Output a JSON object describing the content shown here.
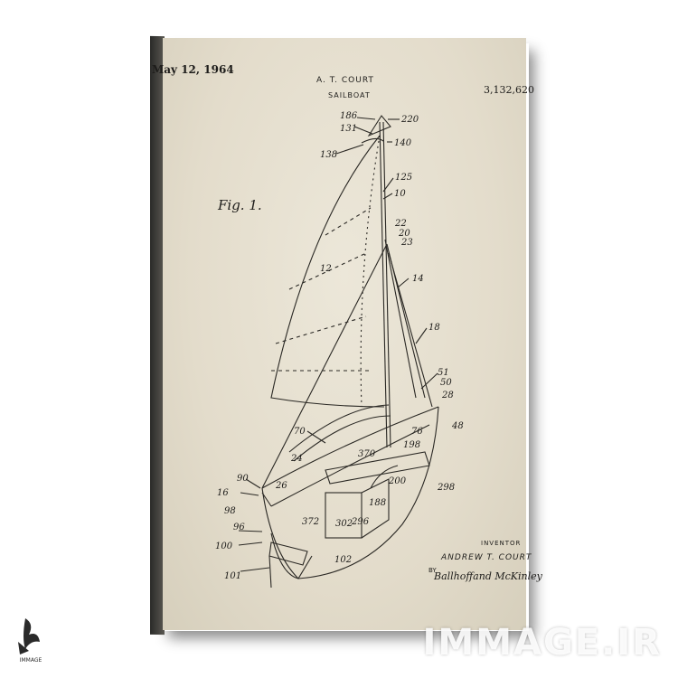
{
  "patent": {
    "date": "May 12, 1964",
    "inventor_name": "A. T. COURT",
    "title": "SAILBOAT",
    "patent_number": "3,132,620",
    "figure_label": "Fig. 1.",
    "inventor_label": "INVENTOR",
    "inventor_full": "ANDREW T. COURT",
    "by_label": "BY",
    "attorney": "Ballhoffand McKinley"
  },
  "reference_numbers": [
    "186",
    "220",
    "131",
    "140",
    "138",
    "125",
    "10",
    "22",
    "20",
    "23",
    "14",
    "12",
    "18",
    "51",
    "50",
    "28",
    "48",
    "76",
    "70",
    "370",
    "198",
    "24",
    "26",
    "200",
    "298",
    "90",
    "16",
    "98",
    "96",
    "372",
    "302",
    "296",
    "188",
    "100",
    "101",
    "102"
  ],
  "watermark": "IMMAGE.IR",
  "logo_text": "IMMAGE"
}
